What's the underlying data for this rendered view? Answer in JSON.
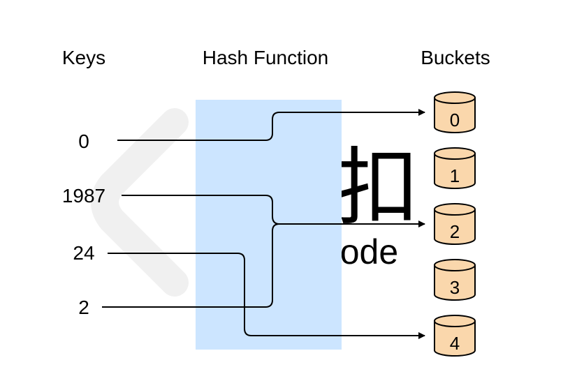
{
  "headers": {
    "keys": "Keys",
    "hash_function": "Hash Function",
    "buckets": "Buckets"
  },
  "keys": [
    "0",
    "1987",
    "24",
    "2"
  ],
  "buckets": [
    "0",
    "1",
    "2",
    "3",
    "4"
  ],
  "mappings": [
    {
      "key": "0",
      "bucket": "0"
    },
    {
      "key": "1987",
      "bucket": "2"
    },
    {
      "key": "2",
      "bucket": "2"
    },
    {
      "key": "24",
      "bucket": "4"
    }
  ],
  "watermark": {
    "brand_cn": "力扣",
    "brand_en": "leetCode"
  },
  "colors": {
    "hash_box_fill": "#cce5ff",
    "bucket_fill": "#fad7ac",
    "bucket_stroke": "#000000",
    "arrow": "#000000"
  }
}
